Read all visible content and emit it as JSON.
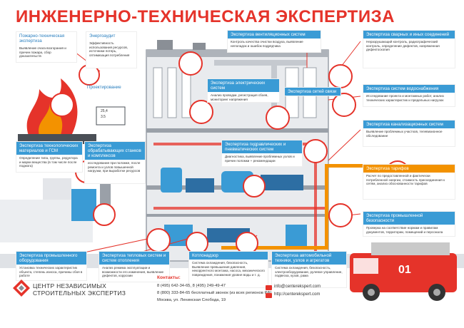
{
  "title": "ИНЖЕНЕРНО-ТЕХНИЧЕСКАЯ ЭКСПЕРТИЗА",
  "colors": {
    "accent": "#e5332a",
    "header_blue": "#3a9bd5",
    "orange": "#f39200",
    "grey": "#8a8f96"
  },
  "boxes": {
    "fire": {
      "title": "Пожарно-техническая экспертиза",
      "body": "Выявление очага возгорания и причин пожара, сбор доказательств"
    },
    "energy": {
      "title": "Энергоаудит",
      "body": "Эффективность использования ресурсов, источники потерь, оптимизация потребления"
    },
    "design": {
      "title": "Проектирование"
    },
    "ventilation": {
      "title": "Экспертиза вентиляционных систем",
      "body": "Контроль качества очистки воздуха, выявление неполадок и ошибок подрядчика"
    },
    "welded": {
      "title": "Экспертиза сварных и иных соединений",
      "body": "Неразрушающий контроль, радиографический контроль, определение дефектов, напряженная дефектоскопия"
    },
    "electric": {
      "title": "Экспертиза электрических систем",
      "body": "Анализ проводки, регистрация сбоев, мониторинг напряжения"
    },
    "comms": {
      "title": "Экспертиза сетей связи"
    },
    "water": {
      "title": "Экспертиза систем водоснабжения",
      "body": "Исследование проекта и монтажных работ, анализ технических характеристик и предельных нагрузок"
    },
    "sewer": {
      "title": "Экспертиза канализационных систем",
      "body": "Выявление проблемных участков, телевизионное обследование"
    },
    "materials": {
      "title": "Экспертиза технологических материалов и ГСМ",
      "body": "Определение типа, группы, редуктора и марки вещества (в том числе после поджога)"
    },
    "machines": {
      "title": "Экспертиза обрабатывающих станков и комплексов",
      "body": "исследование при поломке, после ремонта и узлов повышенной нагрузки, при выработке ресурсов"
    },
    "hydraulic": {
      "title": "Экспертиза гидравлических и пневматических систем",
      "body": "Диагностика, выявление проблемных узлов и причин поломки + рекомендации"
    },
    "tariff": {
      "title": "Экспертиза тарифов",
      "body": "Расчет по предоставленной и фактически потребленной энергии, стоимость присоединения к сетям, анализ обоснованности тарифов"
    },
    "industrial_safety": {
      "title": "Экспертиза промышленной безопасности",
      "body": "Проверка на соответствие нормам и правилам документов, территории, помещений и персонала"
    },
    "industrial_equipment": {
      "title": "Экспертиза промышленного оборудования",
      "body": "Установка технических характеристик объекта, степень износа, причины сбоя в работе"
    },
    "heating": {
      "title": "Экспертиза тепловых систем и систем отопления",
      "body": "Анализ режима эксплуатации и возможности его изменения, выявление дефектов, коррозии"
    },
    "boiler": {
      "title": "Котлонадзор",
      "body": "Система охлаждения, безопасность, Выявление превышения давления, некорректного монтажа, насоса, механического повреждения, понижения уровня воды и т. д."
    },
    "auto": {
      "title": "Экспертиза автомобильной техники, узлов и агрегатов",
      "body": "Система охлаждения, безопасность, электрооборудование, рулевое управление, подвеска, кузов, рама"
    }
  },
  "sign": {
    "value": "25,4",
    "value2": "3.5"
  },
  "truck_number": "01",
  "footer": {
    "org_line1": "ЦЕНТР НЕЗАВИСИМЫХ",
    "org_line2": "СТРОИТЕЛЬНЫХ ЭКСПЕРТИЗ",
    "contacts_title": "Контакты:",
    "phone1": "8 (495) 642-34-65, 8 (495) 249-49-47",
    "phone2": "8 (800) 333-84-65 бесплатный звонок (из всех регионов РФ)",
    "address": "Москва, ул. Ленинская Слобода, 19",
    "email": "info@centerekspert.com",
    "site": "http://centerekspert.com"
  }
}
